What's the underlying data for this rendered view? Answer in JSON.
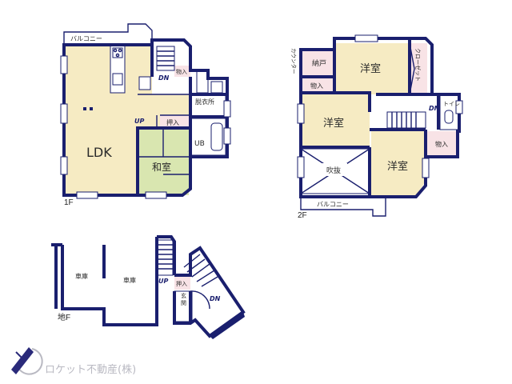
{
  "floors": {
    "first": {
      "tag": "1F",
      "rooms": {
        "ldk": "LDK",
        "washitsu": "和室",
        "oshiire": "押入",
        "monoire": "物入",
        "dressing": "脱衣所",
        "bath": "UB",
        "balcony": "バルコニー",
        "stair_up": "UP",
        "stair_down": "DN"
      }
    },
    "second": {
      "tag": "2F",
      "rooms": {
        "counter": "カウンター",
        "nando": "納戸",
        "monoire_a": "物入",
        "monoire_b": "物入",
        "youshitsu_a": "洋室",
        "youshitsu_b": "洋室",
        "youshitsu_c": "洋室",
        "closet": "クローゼット",
        "toilet": "トイレ",
        "fukinuke": "吹抜",
        "balcony": "バルコニー",
        "stair_down": "DN"
      }
    },
    "basement": {
      "tag": "地F",
      "rooms": {
        "garage_a": "車庫",
        "garage_b": "車庫",
        "oshiire": "押入",
        "genkan": "玄関",
        "stair_up": "UP",
        "stair_down": "DN"
      }
    }
  },
  "brand": {
    "name": "ロケット不動産(株)",
    "logo_icon": "rocket-logo-icon"
  },
  "colors": {
    "wall": "#1a1f6e",
    "wood_floor": "#f6ebc3",
    "tatami": "#d9e6b0",
    "storage": "#f8e3e6",
    "wet_area": "#ffffff",
    "logo": "#b9b9c2"
  }
}
